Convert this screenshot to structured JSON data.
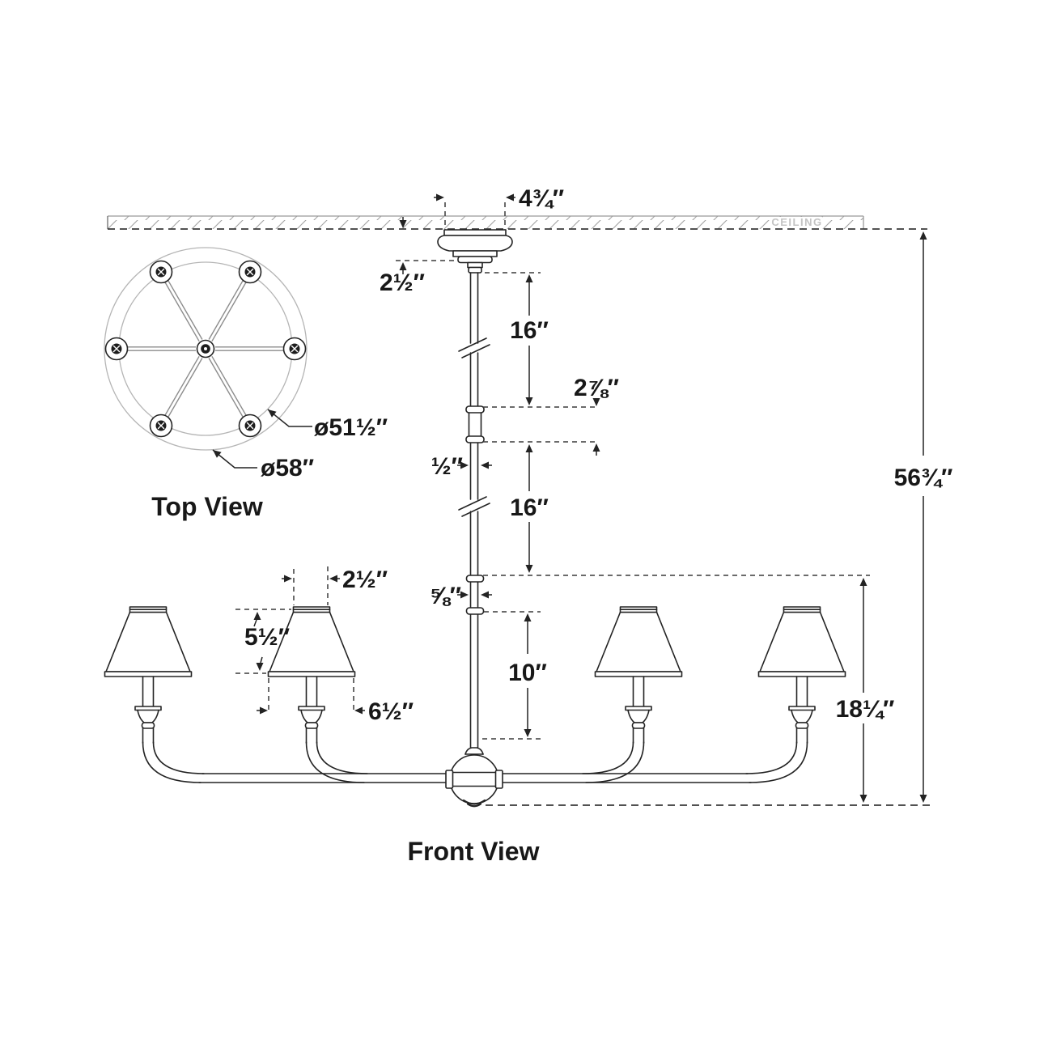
{
  "view_labels": {
    "top": "Top View",
    "front": "Front View"
  },
  "ceiling": {
    "label": "CEILING"
  },
  "dims": {
    "canopy_width": "4¾″",
    "canopy_drop": "2½″",
    "rod_section_upper": "16″",
    "coupling_length": "2⅞″",
    "rod_width_upper": "½″",
    "rod_section_lower": "16″",
    "rod_width_lower": "⅝″",
    "drop_to_body": "10″",
    "fixture_height": "18¼″",
    "overall_drop": "56¾″",
    "shade_top_width": "2½″",
    "shade_height": "5½″",
    "shade_bottom_width": "6½″",
    "spread_inner": "ø51½″",
    "spread_outer": "ø58″"
  },
  "colors": {
    "line": "#232323",
    "dashed_line": "#3a3a3a",
    "light_gray": "#b5b5b5",
    "spoke_gray": "#8c8c8c",
    "hatch_gray": "#a3a3a3",
    "ceiling_text": "#c4c4c4",
    "background": "#ffffff"
  }
}
